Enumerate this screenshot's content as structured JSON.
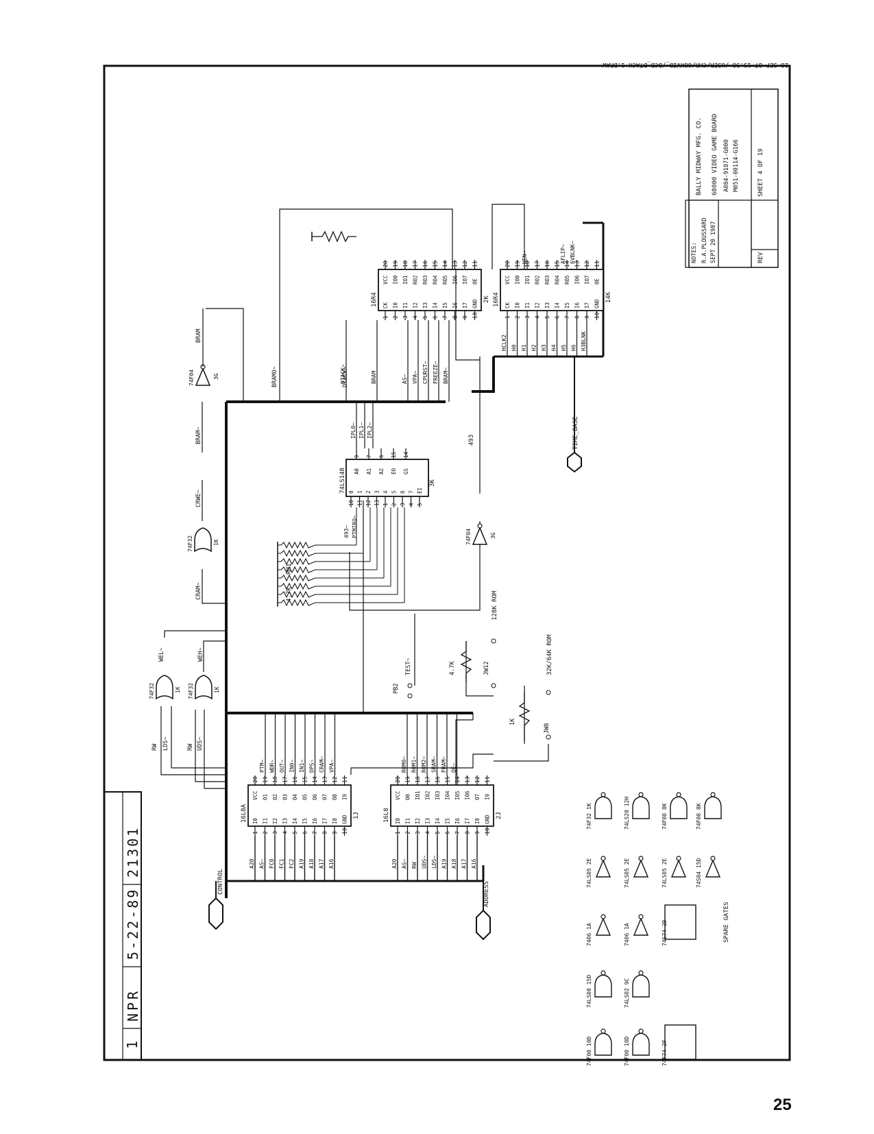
{
  "header_stamp": "28 SEP 87 13:58 /USER/CHR/68KVID_/DCD_DTACK 1.DRAW",
  "page_number": "25",
  "title_block": {
    "company": "BALLY MIDWAY MFG. CO.",
    "board": "68000 VIDEO GAME BOARD",
    "part_1": "A084-91871-G000",
    "part_2": "M051-00114-G166",
    "sheet": "SHEET 4 OF 19",
    "rev": "REV",
    "notes": "NOTES:",
    "drawn_by": "R.A.PLOUSSARD",
    "date": "SEPT 20 1987"
  },
  "revision_block": {
    "rev": "1",
    "by": "NPR",
    "date": "5-22-89",
    "number": "21301"
  },
  "connectors": {
    "control": "CONTROL",
    "address": "ADDRESS",
    "time_base": "TIME_BASE"
  },
  "chips": {
    "u1j": {
      "type": "16L8A",
      "ref": "1J",
      "left_pins": [
        {
          "n": "1",
          "s": "I0"
        },
        {
          "n": "2",
          "s": "I1"
        },
        {
          "n": "3",
          "s": "I2"
        },
        {
          "n": "4",
          "s": "I3"
        },
        {
          "n": "5",
          "s": "I4"
        },
        {
          "n": "6",
          "s": "I5"
        },
        {
          "n": "7",
          "s": "I6"
        },
        {
          "n": "8",
          "s": "I7"
        },
        {
          "n": "9",
          "s": "I8"
        },
        {
          "n": "10",
          "s": "GND"
        }
      ],
      "right_pins": [
        {
          "n": "20",
          "s": "VCC"
        },
        {
          "n": "19",
          "s": "O1"
        },
        {
          "n": "18",
          "s": "O2"
        },
        {
          "n": "17",
          "s": "O3"
        },
        {
          "n": "16",
          "s": "O4"
        },
        {
          "n": "15",
          "s": "O5"
        },
        {
          "n": "14",
          "s": "O6"
        },
        {
          "n": "13",
          "s": "O7"
        },
        {
          "n": "12",
          "s": "O8"
        },
        {
          "n": "11",
          "s": "I9"
        }
      ],
      "inputs": [
        "A20",
        "AS~",
        "FC0",
        "FC1",
        "FC2",
        "A19",
        "A18",
        "A17",
        "A16"
      ],
      "outputs": [
        "PTM~",
        "WDR~",
        "OUT~",
        "IN0~",
        "IN1~",
        "DPS~",
        "CRAM~",
        "VPA~"
      ]
    },
    "u2j": {
      "type": "16L8",
      "ref": "2J",
      "left_pins": [
        {
          "n": "1",
          "s": "I0"
        },
        {
          "n": "2",
          "s": "I1"
        },
        {
          "n": "3",
          "s": "I2"
        },
        {
          "n": "4",
          "s": "I3"
        },
        {
          "n": "5",
          "s": "I4"
        },
        {
          "n": "6",
          "s": "I5"
        },
        {
          "n": "7",
          "s": "I6"
        },
        {
          "n": "8",
          "s": "I7"
        },
        {
          "n": "9",
          "s": "I8"
        },
        {
          "n": "10",
          "s": "GND"
        }
      ],
      "right_pins": [
        {
          "n": "20",
          "s": "VCC"
        },
        {
          "n": "19",
          "s": "O0"
        },
        {
          "n": "18",
          "s": "IO1"
        },
        {
          "n": "17",
          "s": "IO2"
        },
        {
          "n": "16",
          "s": "IO3"
        },
        {
          "n": "15",
          "s": "IO4"
        },
        {
          "n": "14",
          "s": "IO5"
        },
        {
          "n": "13",
          "s": "IO6"
        },
        {
          "n": "12",
          "s": "O7"
        },
        {
          "n": "11",
          "s": "I9"
        }
      ],
      "inputs": [
        "A20",
        "AS~",
        "RW",
        "UDS~",
        "LDS~",
        "A19",
        "A18",
        "A17",
        "A16"
      ],
      "outputs": [
        "ROM0~",
        "ROM1~",
        "ROM2~",
        "SRAM~",
        "FRAM~",
        "OE~"
      ]
    },
    "u2k": {
      "type": "16R4",
      "ref": "2K",
      "left_pins": [
        {
          "n": "1",
          "s": "CK"
        },
        {
          "n": "2",
          "s": "I0"
        },
        {
          "n": "3",
          "s": "I1"
        },
        {
          "n": "4",
          "s": "I2"
        },
        {
          "n": "5",
          "s": "I3"
        },
        {
          "n": "6",
          "s": "I4"
        },
        {
          "n": "7",
          "s": "I5"
        },
        {
          "n": "8",
          "s": "I6"
        },
        {
          "n": "9",
          "s": "I7"
        },
        {
          "n": "10",
          "s": "GND"
        }
      ],
      "right_pins": [
        {
          "n": "20",
          "s": "VCC"
        },
        {
          "n": "19",
          "s": "IO0"
        },
        {
          "n": "18",
          "s": "IO1"
        },
        {
          "n": "17",
          "s": "RO2"
        },
        {
          "n": "16",
          "s": "RO3"
        },
        {
          "n": "15",
          "s": "RO4"
        },
        {
          "n": "14",
          "s": "RO5"
        },
        {
          "n": "13",
          "s": "IO6"
        },
        {
          "n": "12",
          "s": "IO7"
        },
        {
          "n": "11",
          "s": "OE"
        }
      ],
      "signals": [
        "DTACK~",
        "BRAM",
        "AS~",
        "VPA~",
        "CPURST~",
        "FREEZE~",
        "BRAM~"
      ]
    },
    "u14k": {
      "type": "16R4",
      "ref": "14K",
      "left_pins": [
        {
          "n": "1",
          "s": "CK"
        },
        {
          "n": "2",
          "s": "I0"
        },
        {
          "n": "3",
          "s": "I1"
        },
        {
          "n": "4",
          "s": "I2"
        },
        {
          "n": "5",
          "s": "I3"
        },
        {
          "n": "6",
          "s": "I4"
        },
        {
          "n": "7",
          "s": "I5"
        },
        {
          "n": "8",
          "s": "I6"
        },
        {
          "n": "9",
          "s": "I7"
        },
        {
          "n": "10",
          "s": "GND"
        }
      ],
      "right_pins": [
        {
          "n": "20",
          "s": "VCC"
        },
        {
          "n": "19",
          "s": "IO0"
        },
        {
          "n": "18",
          "s": "IO1"
        },
        {
          "n": "17",
          "s": "RO2"
        },
        {
          "n": "16",
          "s": "RO3"
        },
        {
          "n": "15",
          "s": "RO4"
        },
        {
          "n": "14",
          "s": "RO5"
        },
        {
          "n": "13",
          "s": "IO6"
        },
        {
          "n": "12",
          "s": "IO7"
        },
        {
          "n": "11",
          "s": "OE"
        }
      ],
      "signals": [
        "HCLK2",
        "H0",
        "H1",
        "H2",
        "H3",
        "H4",
        "H5",
        "H6",
        "H3BLNK"
      ],
      "outputs": [
        "HEN~",
        "AFLIP~",
        "6VBLNK~"
      ]
    },
    "u3k": {
      "type": "74LS148",
      "ref": "3K",
      "left_pins": [
        {
          "n": "10",
          "s": "0"
        },
        {
          "n": "11",
          "s": "1"
        },
        {
          "n": "12",
          "s": "2"
        },
        {
          "n": "13",
          "s": "3"
        },
        {
          "n": "1",
          "s": "4"
        },
        {
          "n": "2",
          "s": "5"
        },
        {
          "n": "3",
          "s": "6"
        },
        {
          "n": "4",
          "s": "7"
        },
        {
          "n": "5",
          "s": "EI"
        }
      ],
      "right_pins": [
        {
          "n": "9",
          "s": "A0"
        },
        {
          "n": "7",
          "s": "A1"
        },
        {
          "n": "6",
          "s": "A2"
        },
        {
          "n": "15",
          "s": "EO"
        },
        {
          "n": "14",
          "s": "GS"
        }
      ],
      "outputs": [
        "IPL0~",
        "IPL1~",
        "IPL2~"
      ],
      "inputs": [
        "493~",
        "PTMIRQ~"
      ]
    }
  },
  "labels": {
    "bramo": "BRAMO~",
    "dtack": "DTACK~",
    "bram_inv": "BRAM~",
    "bram": "BRAM",
    "crwe": "CRWE~",
    "cram": "CRAM~",
    "wel": "WEL~",
    "weh": "WEH~",
    "rw1": "RW",
    "lds": "LDS~",
    "rw2": "RW",
    "uds": "UDS~",
    "rm1": "RM1",
    "rm1_value": "4.7K",
    "test": "TEST~",
    "pb2": "PB2",
    "rom_128": "128K ROM",
    "rom_32": "32K/64K ROM",
    "jw12": "JW12",
    "jw8": "JW8",
    "r1_val": "4.7K",
    "r2_val": "1K",
    "ic_493": "493"
  },
  "gates": [
    {
      "type": "74F04",
      "ref": "3G"
    },
    {
      "type": "74F32",
      "ref": "1K"
    },
    {
      "type": "74F32",
      "ref": "1K"
    },
    {
      "type": "74F32",
      "ref": "1K"
    },
    {
      "type": "74F04",
      "ref": "3G"
    }
  ],
  "spare_gates": {
    "title": "SPARE GATES",
    "items": [
      "74F32 1K",
      "74LS20 12H",
      "74F00 8K",
      "74F00 8K",
      "74LS05 2E",
      "74LS05 2E",
      "74LS05 2E",
      "74S04 15D",
      "7406 1A",
      "7406 1A",
      "74S74 2D",
      "74LS08 15D",
      "74LS02 9C",
      "74F00 10D",
      "74F00 10D",
      "74F74 2F"
    ]
  }
}
